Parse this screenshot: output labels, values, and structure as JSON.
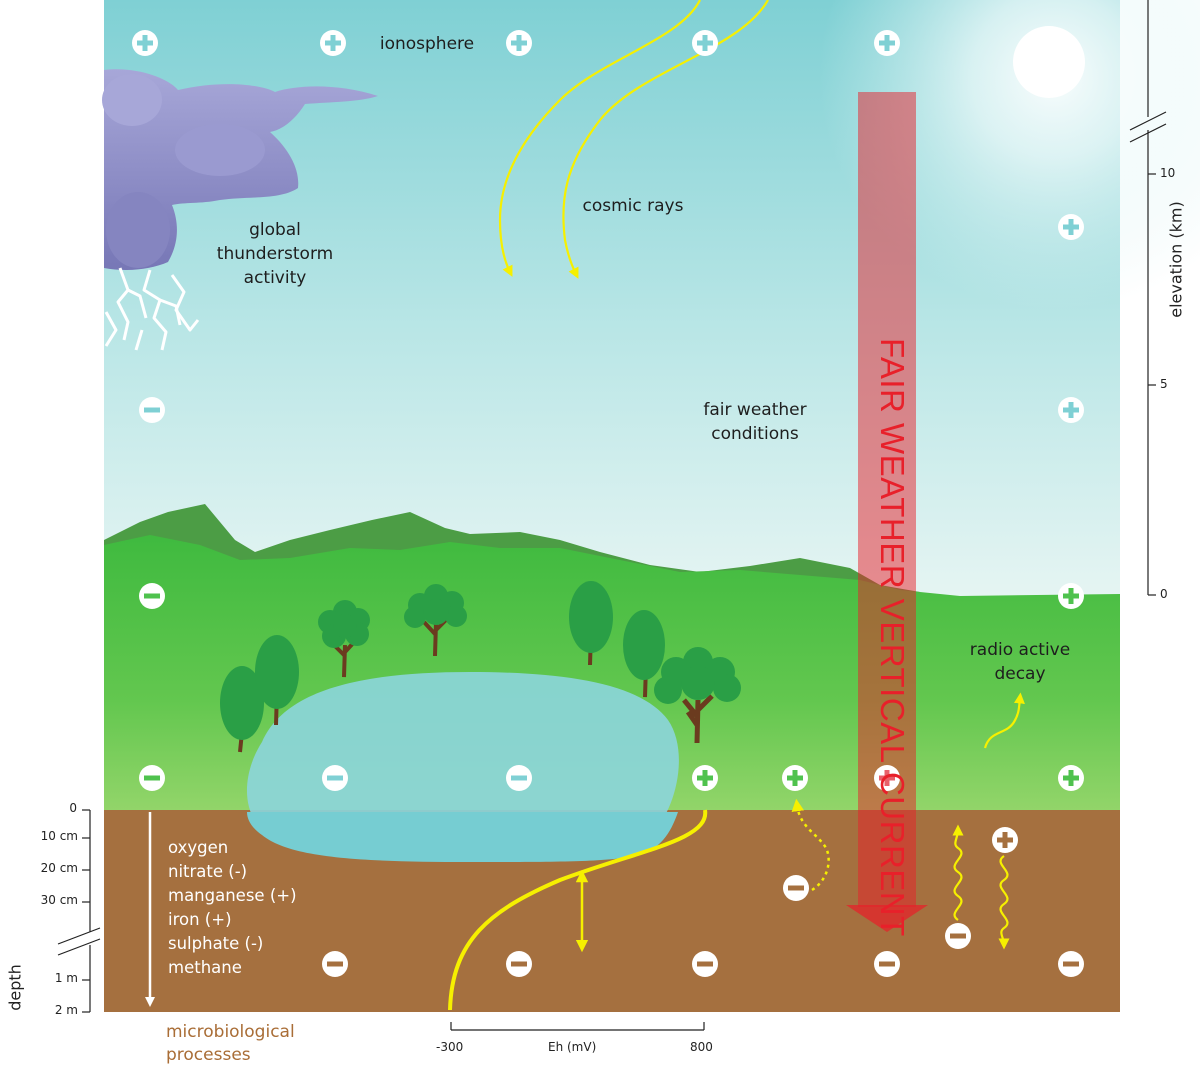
{
  "labels": {
    "ionosphere": "ionosphere",
    "cosmic_rays": "cosmic rays",
    "thunderstorm_line1": "global",
    "thunderstorm_line2": "thunderstorm",
    "thunderstorm_line3": "activity",
    "fair_line1": "fair weather",
    "fair_line2": "conditions",
    "current": "FAIR WEATHER VERTICAL CURRENT",
    "radio_line1": "radio active",
    "radio_line2": "decay",
    "microbio_line1": "microbiological",
    "microbio_line2": "processes"
  },
  "soil_processes": [
    "oxygen",
    "nitrate (-)",
    "manganese (+)",
    "iron (+)",
    "sulphate (-)",
    "methane"
  ],
  "elevation_axis": {
    "title": "elevation (km)",
    "ticks": [
      "10",
      "5",
      "0"
    ]
  },
  "depth_axis": {
    "title": "depth",
    "ticks": [
      "0",
      "10 cm",
      "20 cm",
      "30 cm",
      "1 m",
      "2 m"
    ]
  },
  "eh_axis": {
    "title": "Eh (mV)",
    "min_label": "-300",
    "max_label": "800"
  },
  "colors": {
    "sky_top": "#86d3d6",
    "sky_bottom": "#e3f4f2",
    "grass": "#4fc24e",
    "soil": "#a5703f",
    "pond": "#8cd5dc",
    "current_arrow": "#e8202a",
    "cosmic": "#ffff2e",
    "cloud": "#8d8dc6"
  }
}
